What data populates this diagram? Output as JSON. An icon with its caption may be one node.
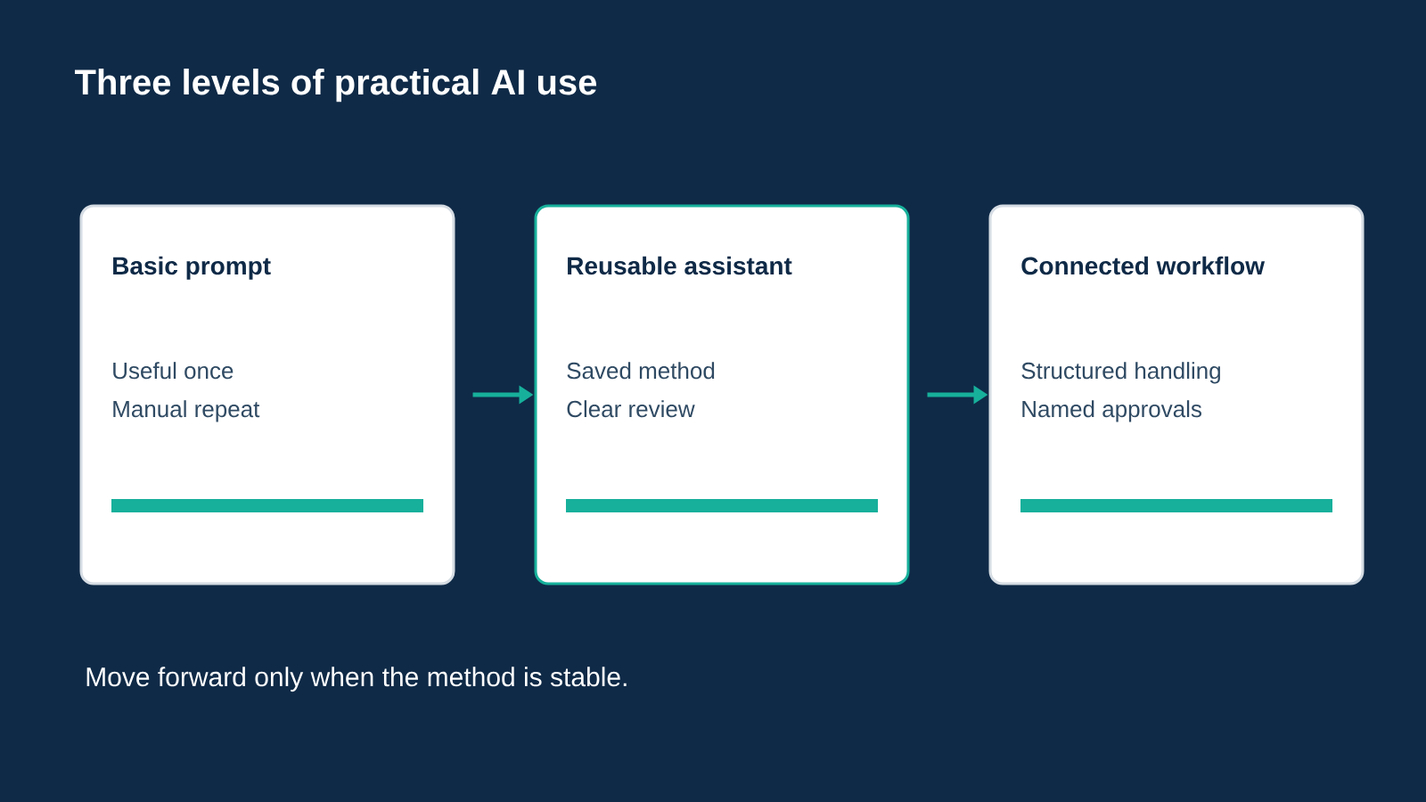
{
  "diagram": {
    "title": "Three levels of practical AI use",
    "nodes": [
      {
        "text": [
          "Basic prompt",
          "Useful once",
          "Manual repeat"
        ]
      },
      {
        "text": [
          "Reusable assistant",
          "Saved method",
          "Clear review"
        ]
      },
      {
        "text": [
          "Connected workflow",
          "Structured handling",
          "Named approvals"
        ]
      }
    ],
    "edges": [
      {
        "from": 0,
        "to": 1,
        "arrow": "to"
      },
      {
        "from": 1,
        "to": 2,
        "arrow": "to"
      }
    ],
    "labels": [
      "Move forward only when the method is stable."
    ]
  }
}
